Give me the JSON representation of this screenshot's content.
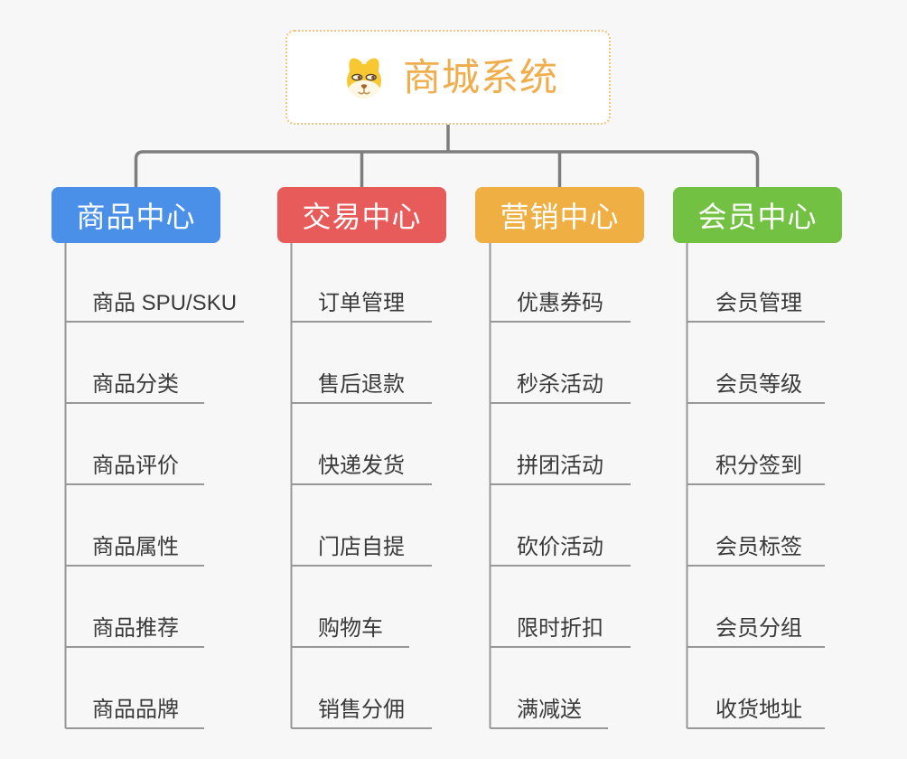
{
  "page": {
    "background": "#f7f7f7"
  },
  "root": {
    "label": "商城系统",
    "text_color": "#F0AD4B",
    "border_color": "#F2C37E",
    "icon": "dog-face-icon"
  },
  "branches": [
    {
      "label": "商品中心",
      "color": "#4A8FE8",
      "children": [
        "商品 SPU/SKU",
        "商品分类",
        "商品评价",
        "商品属性",
        "商品推荐",
        "商品品牌"
      ]
    },
    {
      "label": "交易中心",
      "color": "#E85B5B",
      "children": [
        "订单管理",
        "售后退款",
        "快递发货",
        "门店自提",
        "购物车",
        "销售分佣"
      ]
    },
    {
      "label": "营销中心",
      "color": "#EFAF43",
      "children": [
        "优惠券码",
        "秒杀活动",
        "拼团活动",
        "砍价活动",
        "限时折扣",
        "满减送"
      ]
    },
    {
      "label": "会员中心",
      "color": "#72C142",
      "children": [
        "会员管理",
        "会员等级",
        "积分签到",
        "会员标签",
        "会员分组",
        "收货地址"
      ]
    }
  ],
  "connectors": {
    "trunk_color": "#7d7d7d",
    "branch_line_color": "#979797"
  }
}
